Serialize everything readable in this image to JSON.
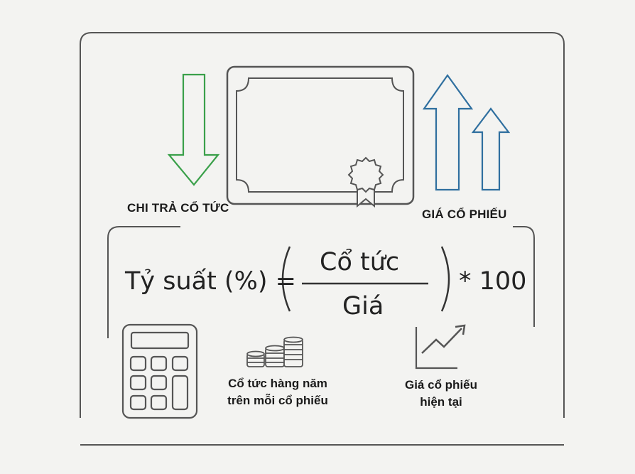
{
  "labels": {
    "dividend_payout": "CHI TRẢ CỔ TỨC",
    "stock_price": "GIÁ CỔ PHIẾU",
    "annual_dividend": [
      "Cổ tức hàng năm",
      "trên mỗi cổ phiếu"
    ],
    "current_price": [
      "Giá cổ phiếu",
      "hiện tại"
    ]
  },
  "formula": {
    "lhs": "Tỷ suất (%) =",
    "numerator": "Cổ tức",
    "denominator": "Giá",
    "multiplier": "* 100"
  },
  "colors": {
    "down_arrow": "#3aa04a",
    "up_arrows": "#2f6f9f",
    "line": "#4a4a4a",
    "background": "#f3f3f1"
  },
  "icons": [
    "down-arrow-icon",
    "certificate-icon",
    "up-arrows-icon",
    "calculator-icon",
    "coin-stacks-icon",
    "rising-chart-icon"
  ]
}
